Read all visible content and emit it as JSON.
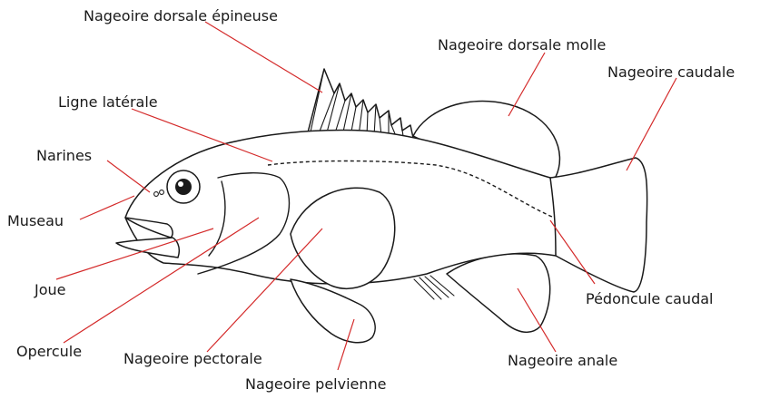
{
  "labels": {
    "spiny_dorsal_fin": "Nageoire dorsale épineuse",
    "soft_dorsal_fin": "Nageoire dorsale molle",
    "caudal_fin": "Nageoire caudale",
    "lateral_line": "Ligne latérale",
    "nostrils": "Narines",
    "snout": "Museau",
    "cheek": "Joue",
    "operculum": "Opercule",
    "pectoral_fin": "Nageoire pectorale",
    "pelvic_fin": "Nageoire pelvienne",
    "caudal_peduncle": "Pédoncule caudal",
    "anal_fin": "Nageoire anale"
  },
  "colors": {
    "leader_line": "#d42a2a",
    "outline": "#1a1a1a",
    "background": "#ffffff"
  }
}
